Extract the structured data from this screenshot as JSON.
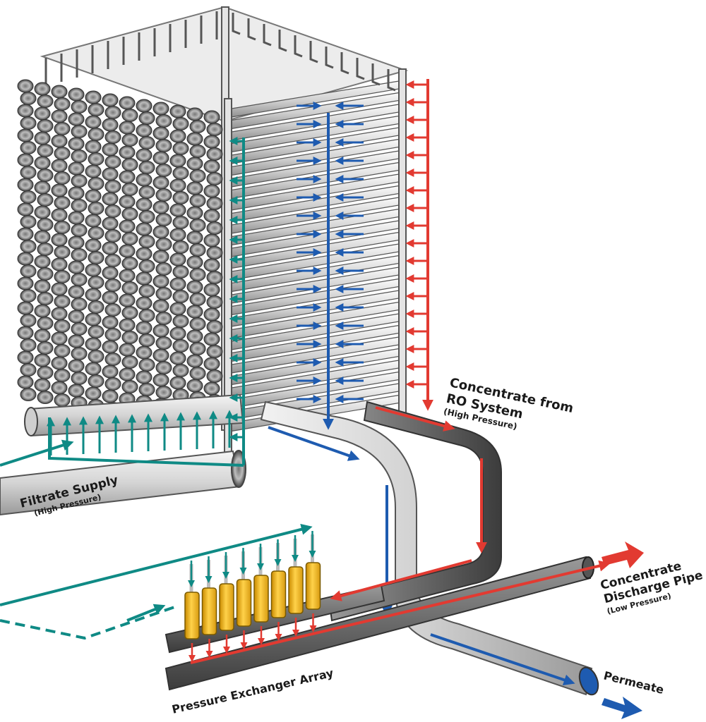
{
  "labels": {
    "concentrate_from_ro": {
      "line1": "Concentrate from",
      "line2": "RO System",
      "sub": "(High Pressure)"
    },
    "filtrate_supply": {
      "line1": "Filtrate Supply",
      "sub": "(High Pressure)"
    },
    "concentrate_discharge": {
      "line1": "Concentrate",
      "line2": "Discharge Pipe",
      "sub": "(Low Pressure)"
    },
    "permeate": {
      "line1": "Permeate"
    },
    "pressure_exchanger": {
      "line1": "Pressure Exchanger Array"
    }
  },
  "colors": {
    "filtrate_flow": "#0f8a85",
    "permeate_flow": "#1e5bb0",
    "concentrate_flow": "#e23a31",
    "exchanger_body": "#f2b526",
    "pipe_light": "#d7d7d7",
    "pipe_dark": "#6b6b6b"
  },
  "components": {
    "membrane_rack": "membrane-vessel-rack",
    "exchangers": 8
  }
}
